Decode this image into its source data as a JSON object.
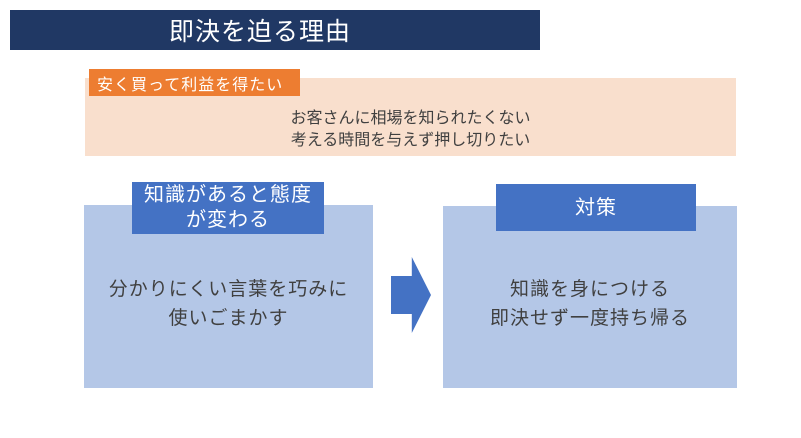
{
  "title": "即決を迫る理由",
  "motivation": {
    "label": "安く買って利益を得たい",
    "detail_line1": "お客さんに相場を知られたくない",
    "detail_line2": "考える時間を与えず押し切りたい"
  },
  "problem": {
    "header_line1": "知識があると態度",
    "header_line2": "が変わる",
    "body_line1": "分かりにくい言葉を巧みに",
    "body_line2": "使いごまかす"
  },
  "solution": {
    "header": "対策",
    "body_line1": "知識を身につける",
    "body_line2": "即決せず一度持ち帰る"
  },
  "icons": {
    "arrow": "right-block-arrow"
  },
  "colors": {
    "title_banner": "#203864",
    "accent_orange": "#ED7D31",
    "peach_fill": "#F9DFCD",
    "blue_accent": "#4472C4",
    "light_blue_fill": "#B4C7E7",
    "body_text": "#404040",
    "inverse_text": "#FFFFFF"
  }
}
